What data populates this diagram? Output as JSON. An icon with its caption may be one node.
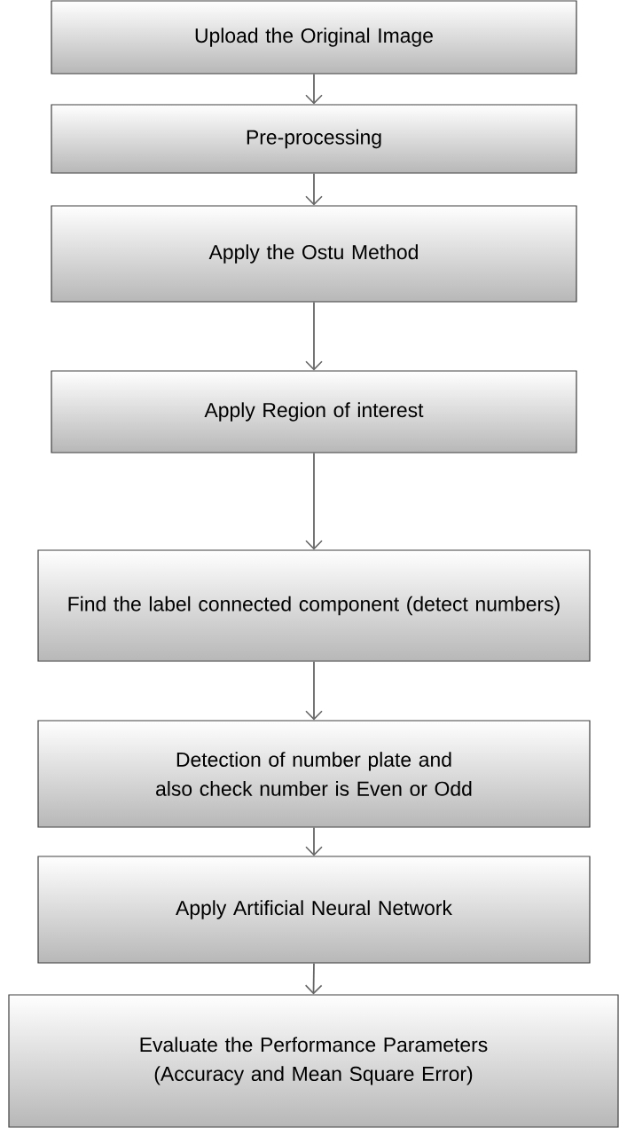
{
  "diagram": {
    "nodes": [
      {
        "text": [
          "Upload the Original Image"
        ]
      },
      {
        "text": [
          "Pre-processing"
        ]
      },
      {
        "text": [
          "Apply the Ostu Method"
        ]
      },
      {
        "text": [
          "Apply Region of interest"
        ]
      },
      {
        "text": [
          "Find the label connected component (detect numbers)"
        ]
      },
      {
        "text": [
          "Detection of number plate and also check number is Even or Odd"
        ]
      },
      {
        "text": [
          "Apply Artificial Neural Network"
        ]
      },
      {
        "text": [
          "Evaluate the Performance Parameters (Accuracy and Mean Square Error)"
        ]
      }
    ],
    "edges": [
      {
        "from": 0,
        "to": 1,
        "arrow": "to"
      },
      {
        "from": 1,
        "to": 2,
        "arrow": "to"
      },
      {
        "from": 2,
        "to": 3,
        "arrow": "to"
      },
      {
        "from": 3,
        "to": 4,
        "arrow": "to"
      },
      {
        "from": 4,
        "to": 5,
        "arrow": "to"
      },
      {
        "from": 5,
        "to": 6,
        "arrow": "to"
      },
      {
        "from": 6,
        "to": 7,
        "arrow": "to"
      }
    ]
  }
}
